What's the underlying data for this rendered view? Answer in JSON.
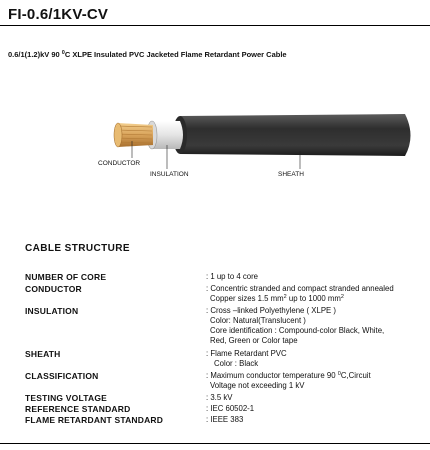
{
  "title": "FI-0.6/1KV-CV",
  "subtitle": {
    "before": "0.6/1(1.2)kV 90 ",
    "sup": "0",
    "after": "C XLPE Insulated PVC Jacketed Flame Retardant Power Cable"
  },
  "diagram": {
    "conductor_label": "CONDUCTOR",
    "insulation_label": "INSULATION",
    "sheath_label": "SHEATH",
    "colors": {
      "copper": "#d8a25a",
      "insulation": "#e9e9e9",
      "sheath": "#3a3a3a"
    }
  },
  "section_heading": "CABLE STRUCTURE",
  "specs": {
    "number_of_core": {
      "label": "NUMBER OF CORE",
      "value": ": 1 up to 4 core"
    },
    "conductor": {
      "label": "CONDUCTOR",
      "line1": ": Concentric stranded and compact  stranded annealed",
      "line2_a": "Copper sizes 1.5 mm",
      "line2_sup1": "2",
      "line2_b": " up to 1000 mm",
      "line2_sup2": "2"
    },
    "insulation": {
      "label": "INSULATION",
      "line1": ": Cross –linked Polyethylene ( XLPE )",
      "line2": "Color: Natural(Translucent )",
      "line3": "Core identification : Compound-color Black, White,",
      "line4": "Red, Green  or Color tape"
    },
    "sheath": {
      "label": "SHEATH",
      "line1": ":  Flame Retardant PVC",
      "line2": "Color : Black"
    },
    "classification": {
      "label": "CLASSIFICATION",
      "line1_a": ": Maximum conductor temperature 90 ",
      "line1_sup": "0",
      "line1_b": "C,Circuit",
      "line2": "Voltage not exceeding 1 kV"
    },
    "testing_voltage": {
      "label": "TESTING VOLTAGE",
      "value": ": 3.5 kV"
    },
    "reference_standard": {
      "label": "REFERENCE STANDARD",
      "value": ": IEC 60502-1"
    },
    "flame_retardant_standard": {
      "label": "FLAME RETARDANT STANDARD",
      "value": ": IEEE 383"
    }
  }
}
